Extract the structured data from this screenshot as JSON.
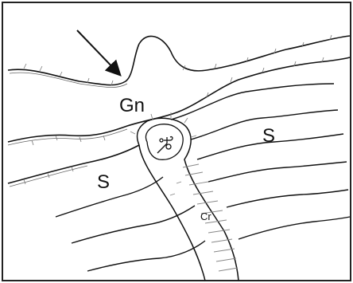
{
  "labels": {
    "gn": "Gn",
    "s_right": "S",
    "s_left": "S",
    "cr": "Cr"
  },
  "colors": {
    "ink": "#111111",
    "hatch": "#777777",
    "frame": "#222222",
    "background": "#ffffff"
  },
  "icons": {
    "pointer": "arrow-icon"
  }
}
